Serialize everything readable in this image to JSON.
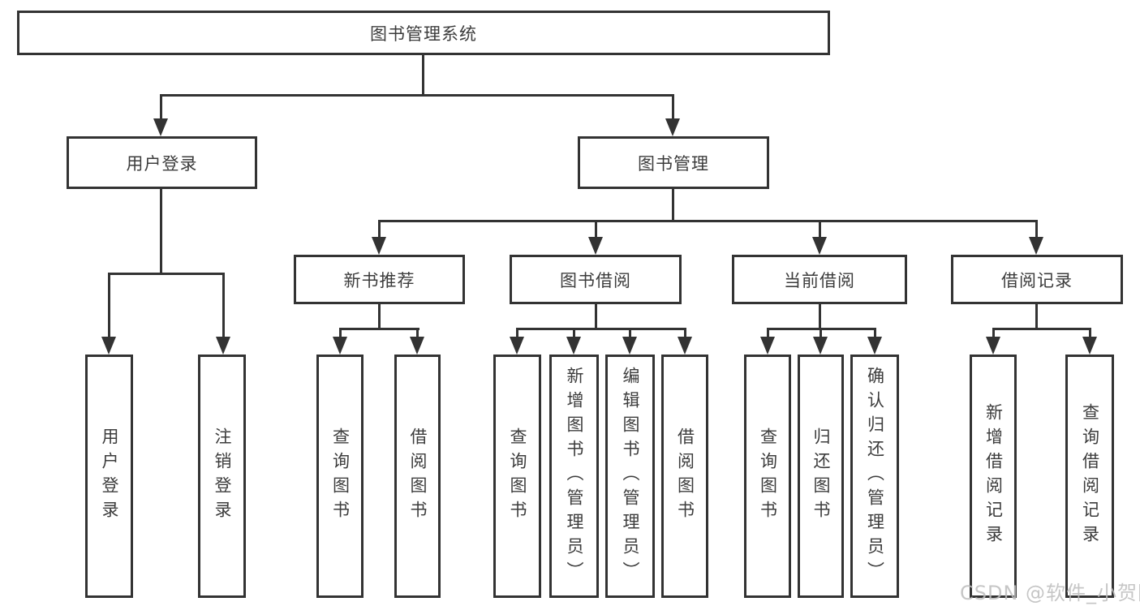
{
  "title": "图书管理系统",
  "watermark": "CSDN @软件_小贺同学",
  "colors": {
    "line": "#333333",
    "text": "#3c3c3c",
    "background": "#ffffff",
    "watermark": "#bdbdbd"
  },
  "level2": {
    "user": "用户登录",
    "books": "图书管理"
  },
  "level3": {
    "recommend": "新书推荐",
    "borrow": "图书借阅",
    "current": "当前借阅",
    "records": "借阅记录"
  },
  "leaves": {
    "user": [
      "用户登录",
      "注销登录"
    ],
    "recommend": [
      "查询图书",
      "借阅图书"
    ],
    "borrow": [
      "查询图书",
      "新增图书（管理员）",
      "编辑图书（管理员）",
      "借阅图书"
    ],
    "current": [
      "查询图书",
      "归还图书",
      "确认归还（管理员）"
    ],
    "records": [
      "新增借阅记录",
      "查询借阅记录"
    ]
  }
}
